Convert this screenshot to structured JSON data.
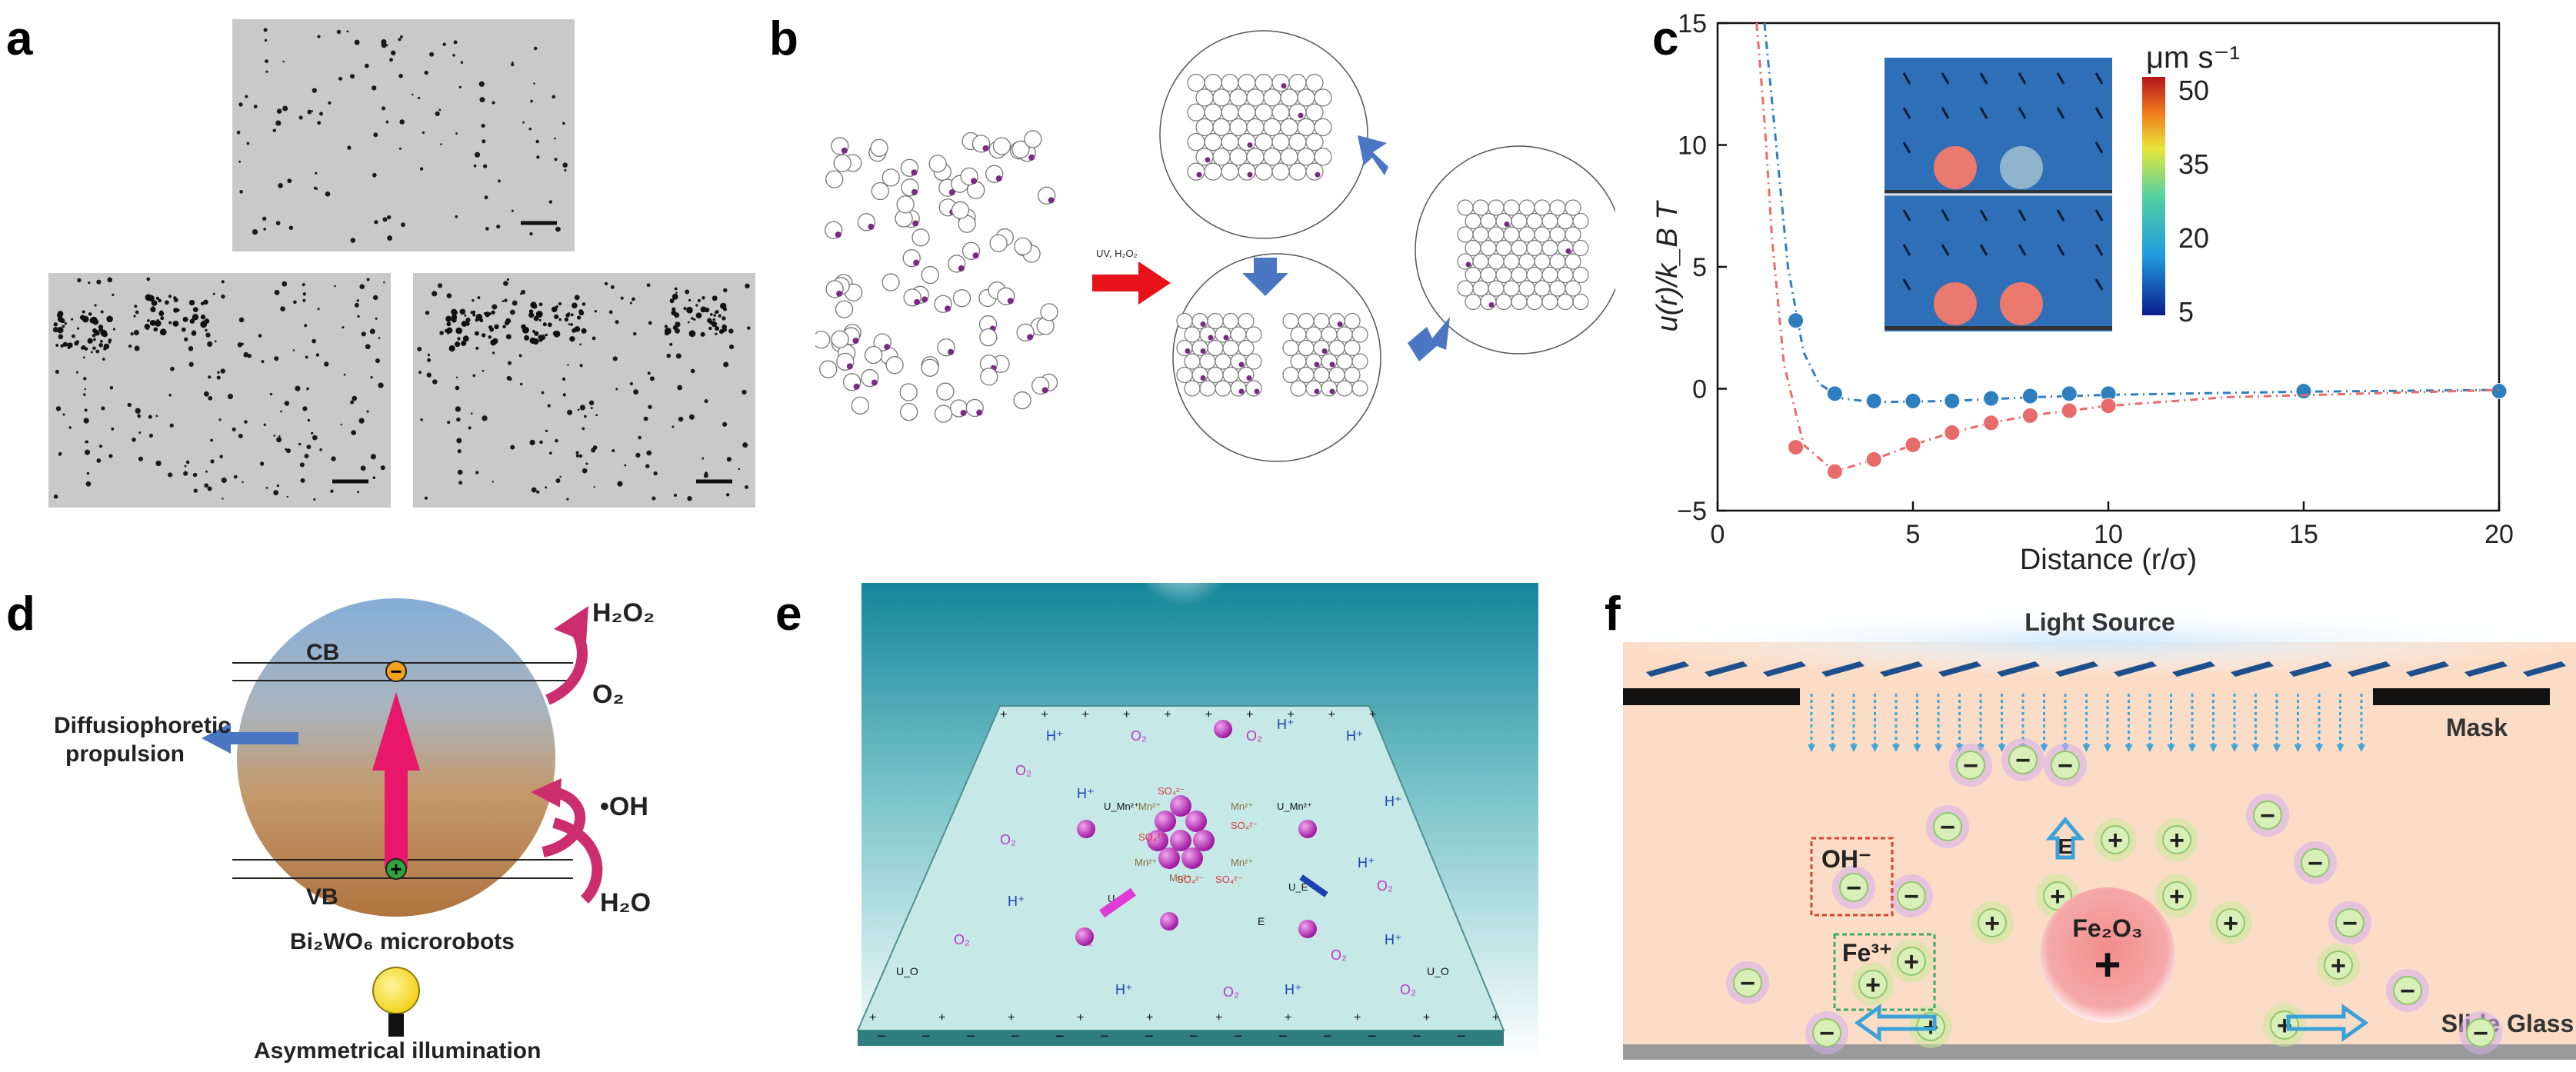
{
  "panels": {
    "a": {
      "label": "a"
    },
    "b": {
      "label": "b",
      "arrow_text": "UV, H₂O₂"
    },
    "c": {
      "label": "c"
    },
    "d": {
      "label": "d",
      "cb": "CB",
      "vb": "VB",
      "h2o2": "H₂O₂",
      "o2": "O₂",
      "oh": "•OH",
      "h2o": "H₂O",
      "propulsion_line1": "Diffusiophoretic",
      "propulsion_line2": "propulsion",
      "microrobot": "Bi₂WO₆ microrobots",
      "illumination": "Asymmetrical illumination",
      "minus": "−",
      "plus": "+"
    },
    "e": {
      "label": "e",
      "h_plus": "H⁺",
      "o2": "O₂",
      "mn": "Mn²⁺",
      "so4": "SO₄²⁻",
      "u_mn": "U_Mn²⁺",
      "u_e": "U_E",
      "u_o": "U_O",
      "e": "E"
    },
    "f": {
      "label": "f",
      "light_source": "Light Source",
      "mask": "Mask",
      "oh": "OH⁻",
      "fe3": "Fe³⁺",
      "fe2o3": "Fe₂O₃",
      "e": "E",
      "slide_glass": "Slide Glass",
      "minus": "−",
      "plus": "+"
    }
  },
  "chart_data": {
    "type": "scatter",
    "xlabel": "Distance (r/σ)",
    "ylabel": "u(r)/k_B T",
    "xlim": [
      0,
      20
    ],
    "ylim": [
      -5,
      15
    ],
    "xticks": [
      "0",
      "5",
      "10",
      "15",
      "20"
    ],
    "yticks": [
      "−5",
      "0",
      "5",
      "10",
      "15"
    ],
    "grid": false,
    "colorbar": {
      "unit": "μm s⁻¹",
      "ticks": [
        "50",
        "35",
        "20",
        "5"
      ]
    },
    "series": [
      {
        "color": "#2f7fbf",
        "points": [
          [
            2,
            2.8
          ],
          [
            3,
            -0.2
          ],
          [
            4,
            -0.5
          ],
          [
            5,
            -0.5
          ],
          [
            6,
            -0.5
          ],
          [
            7,
            -0.4
          ],
          [
            8,
            -0.3
          ],
          [
            9,
            -0.2
          ],
          [
            10,
            -0.2
          ],
          [
            15,
            -0.1
          ],
          [
            20,
            -0.1
          ]
        ],
        "fit": [
          [
            1.2,
            15
          ],
          [
            1.5,
            10
          ],
          [
            1.8,
            5
          ],
          [
            2.2,
            1.5
          ],
          [
            2.6,
            0.2
          ],
          [
            3.2,
            -0.4
          ],
          [
            4,
            -0.55
          ],
          [
            6,
            -0.5
          ],
          [
            8,
            -0.35
          ],
          [
            10,
            -0.25
          ],
          [
            15,
            -0.12
          ],
          [
            20,
            -0.05
          ]
        ]
      },
      {
        "color": "#e86b6b",
        "points": [
          [
            2,
            -2.4
          ],
          [
            3,
            -3.4
          ],
          [
            4,
            -2.9
          ],
          [
            5,
            -2.3
          ],
          [
            6,
            -1.8
          ],
          [
            7,
            -1.4
          ],
          [
            8,
            -1.1
          ],
          [
            9,
            -0.9
          ],
          [
            10,
            -0.7
          ]
        ],
        "fit": [
          [
            1.0,
            15
          ],
          [
            1.2,
            11
          ],
          [
            1.4,
            6
          ],
          [
            1.7,
            1
          ],
          [
            2.2,
            -2.3
          ],
          [
            3,
            -3.4
          ],
          [
            4,
            -2.9
          ],
          [
            5,
            -2.3
          ],
          [
            6,
            -1.8
          ],
          [
            7,
            -1.4
          ],
          [
            8,
            -1.1
          ],
          [
            10,
            -0.7
          ],
          [
            13,
            -0.35
          ],
          [
            20,
            -0.05
          ]
        ]
      }
    ]
  }
}
